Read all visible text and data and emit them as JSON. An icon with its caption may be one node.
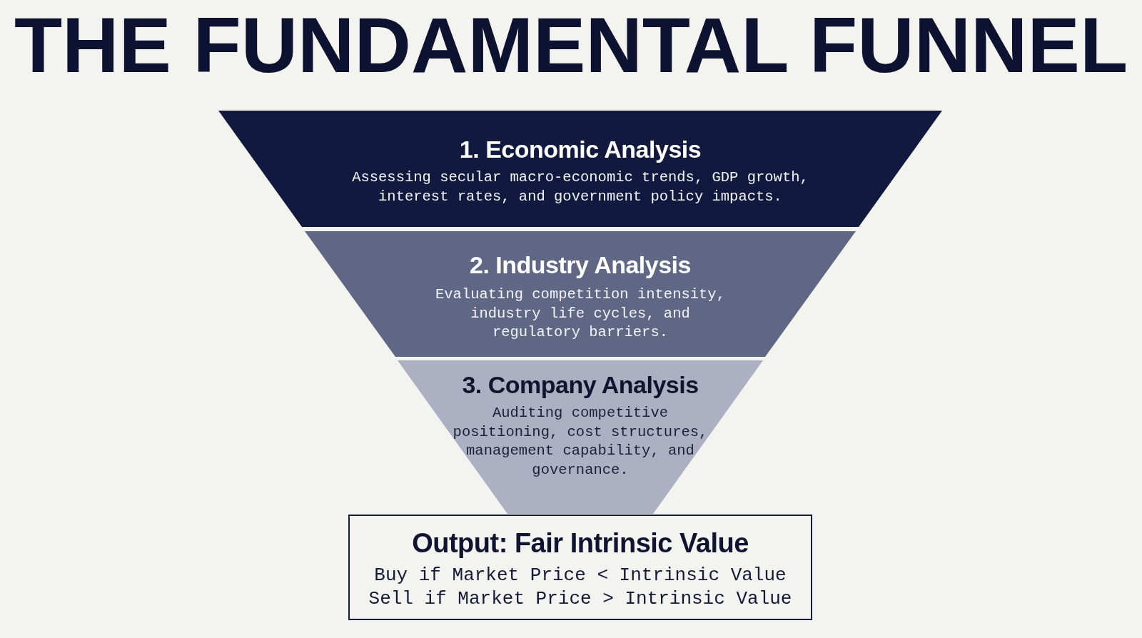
{
  "diagram": {
    "title": "THE FUNDAMENTAL FUNNEL",
    "nodes": [
      {
        "text": [
          "1. Economic Analysis",
          "Assessing secular macro-economic trends, GDP growth, interest rates, and government policy impacts."
        ]
      },
      {
        "text": [
          "2. Industry Analysis",
          "Evaluating competition intensity, industry life cycles, and regulatory barriers."
        ]
      },
      {
        "text": [
          "3. Company Analysis",
          "Auditing competitive positioning, cost structures, management capability, and governance."
        ]
      },
      {
        "text": [
          "Output: Fair Intrinsic Value",
          "Buy if Market Price < Intrinsic Value",
          "Sell if Market Price > Intrinsic Value"
        ]
      }
    ]
  }
}
